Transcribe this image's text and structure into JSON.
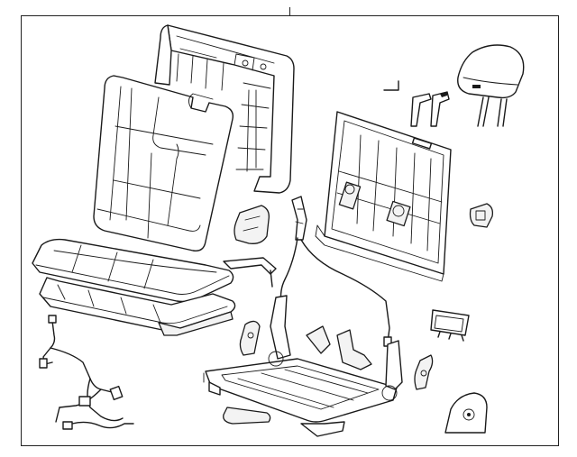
{
  "diagram": {
    "parts": [
      {
        "name": "seatback-frame-rear"
      },
      {
        "name": "seatback-cushion-cover"
      },
      {
        "name": "seat-cushion-pad"
      },
      {
        "name": "seat-cushion-cover"
      },
      {
        "name": "wiring-harness"
      },
      {
        "name": "headrest"
      },
      {
        "name": "headrest-guides"
      },
      {
        "name": "seatback-frame"
      },
      {
        "name": "side-bracket"
      },
      {
        "name": "release-handle"
      },
      {
        "name": "latch-cable"
      },
      {
        "name": "seat-adjuster-frame"
      },
      {
        "name": "control-module"
      },
      {
        "name": "trim-cover-small"
      },
      {
        "name": "recliner-cover"
      },
      {
        "name": "switch"
      },
      {
        "name": "latch-assembly"
      },
      {
        "name": "hinge-cover"
      }
    ]
  }
}
